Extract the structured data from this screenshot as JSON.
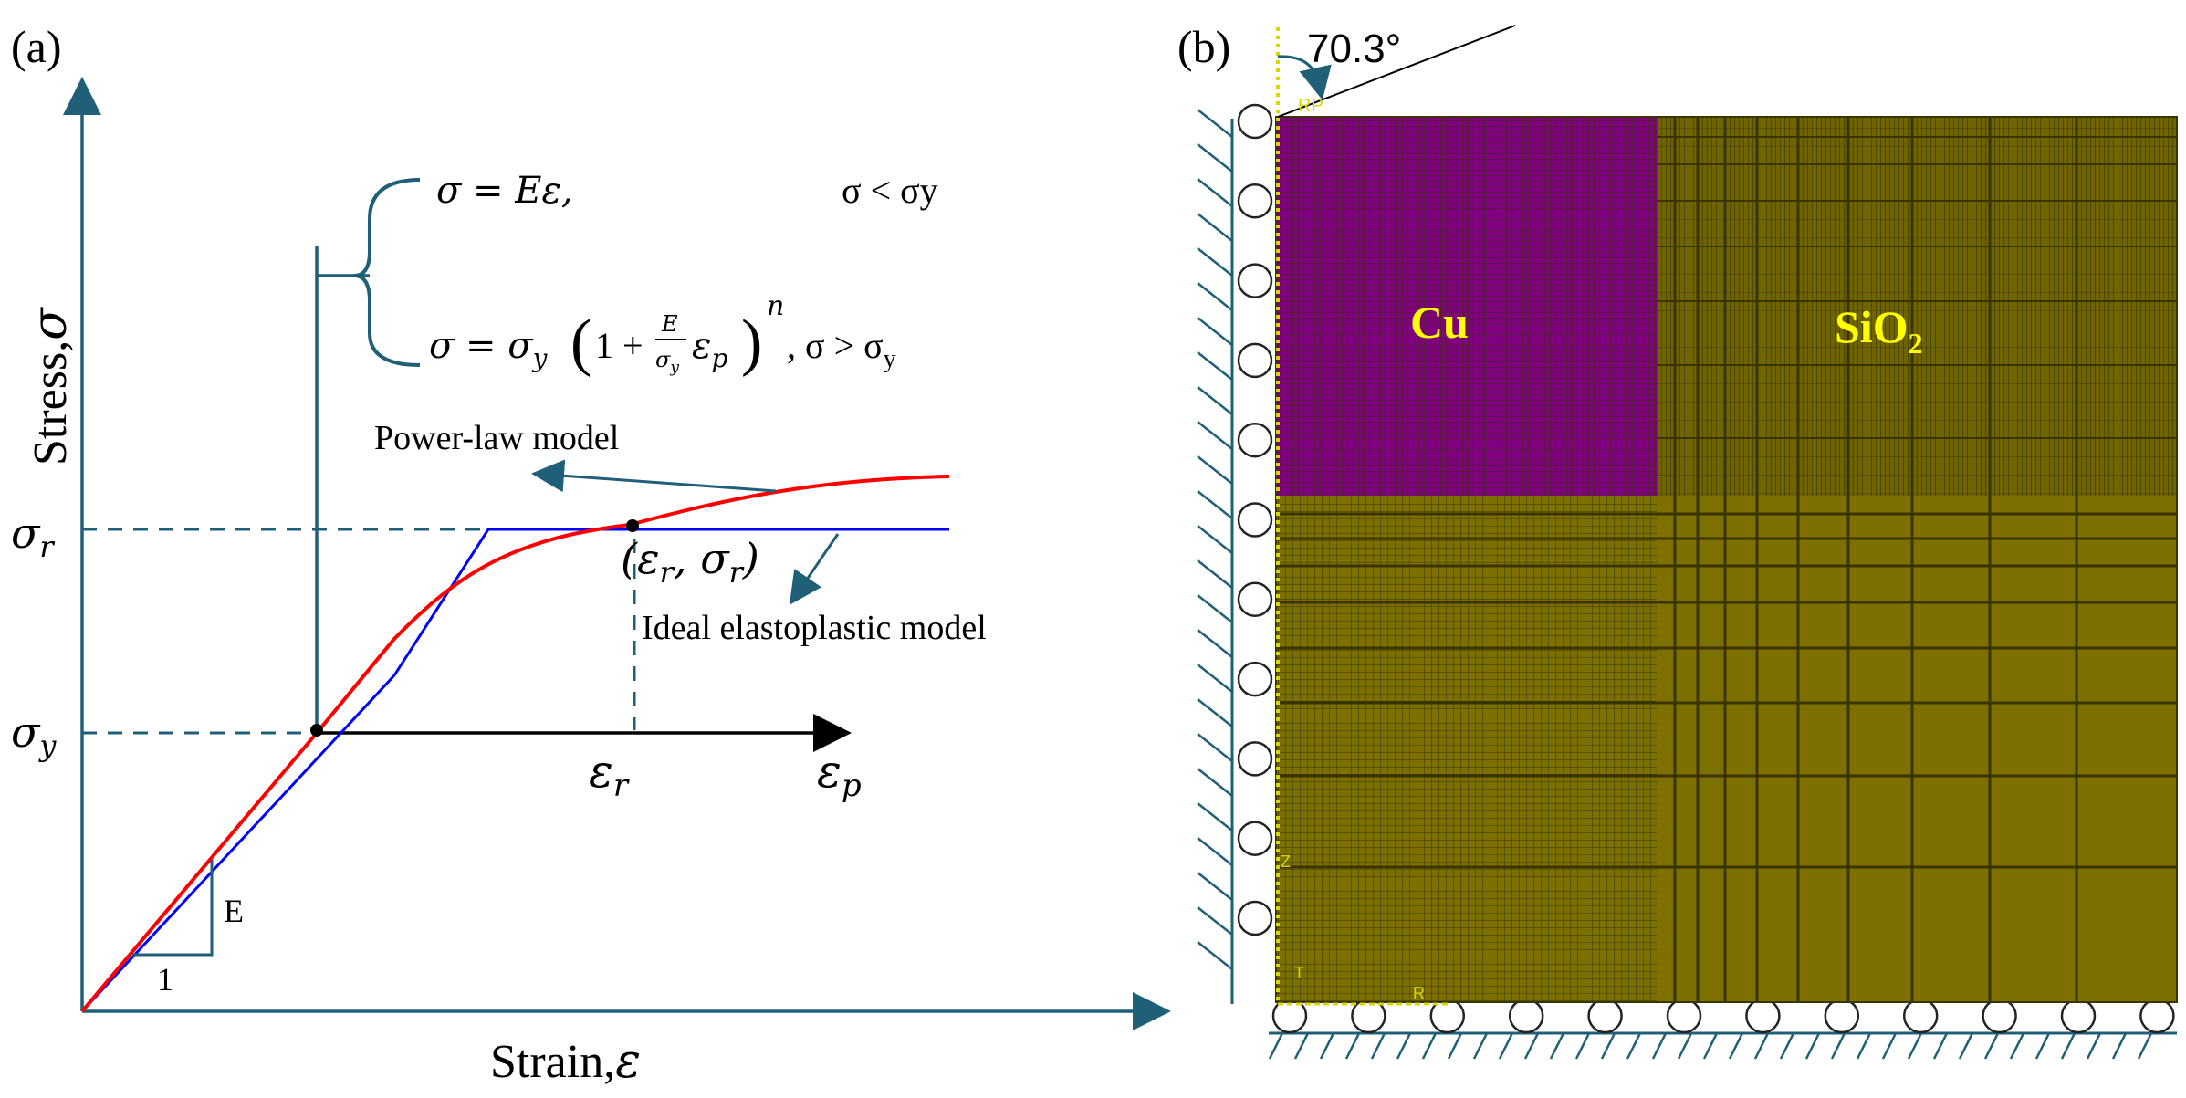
{
  "panel_a": {
    "label": "(a)",
    "x_axis_label": "Strain,",
    "x_axis_symbol": "ε",
    "y_axis_label": "Stress,",
    "y_axis_symbol": "σ",
    "sigma_r_label": "σ",
    "sigma_r_sub": "r",
    "sigma_y_label": "σ",
    "sigma_y_sub": "y",
    "eps_r_label": "ε",
    "eps_r_sub": "r",
    "eps_p_label": "ε",
    "eps_p_sub": "p",
    "point_label": "(εr, σr)",
    "point_label_parts": {
      "open": "(",
      "eps": "ε",
      "eps_sub": "r",
      "comma": ", ",
      "sig": "σ",
      "sig_sub": "r",
      "close": ")"
    },
    "power_law_label": "Power-law model",
    "ideal_label": "Ideal elastoplastic model",
    "slope_e": "E",
    "slope_one": "1",
    "eq1": {
      "lhs": "σ = Eε,",
      "cond": "σ < σy"
    },
    "eq2": {
      "lhs": "σ = σy",
      "body": "(1 + E/σy εp)",
      "exp": "n",
      "cond": ", σ > σy"
    },
    "colors": {
      "axis": "#1f5f78",
      "power_law": "#ff0000",
      "ideal": "#0000ff",
      "text": "#000000"
    }
  },
  "panel_b": {
    "label": "(b)",
    "angle_label": "70.3°",
    "material_cu": "Cu",
    "material_sio2": "SiO",
    "material_sio2_sub": "2",
    "rp_label": "RP",
    "axis_z": "Z",
    "axis_t": "T",
    "axis_r": "R",
    "colors": {
      "cu": "#800080",
      "sio2": "#7b7000",
      "mesh": "#3a3400",
      "label": "#ffff00",
      "support": "#1f5f78"
    }
  }
}
